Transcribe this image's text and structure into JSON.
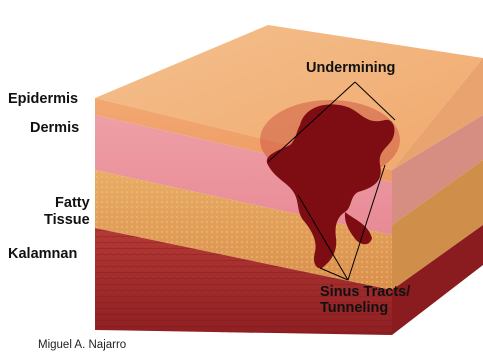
{
  "labels": {
    "epidermis": "Epidermis",
    "dermis": "Dermis",
    "fatty_tissue": [
      "Fatty",
      "Tissue"
    ],
    "kalamnan": "Kalamnan",
    "undermining": "Undermining",
    "sinus_tracts": [
      "Sinus Tracts/",
      "Tunneling"
    ]
  },
  "credit": "Miguel A. Najarro",
  "colors": {
    "epidermis_top": "#f2b57f",
    "epidermis_front": "#f0a56b",
    "dermis": "#eda0a8",
    "fat": "#e6a85f",
    "muscle": "#a62b2b",
    "wound": "#7d0c13"
  }
}
